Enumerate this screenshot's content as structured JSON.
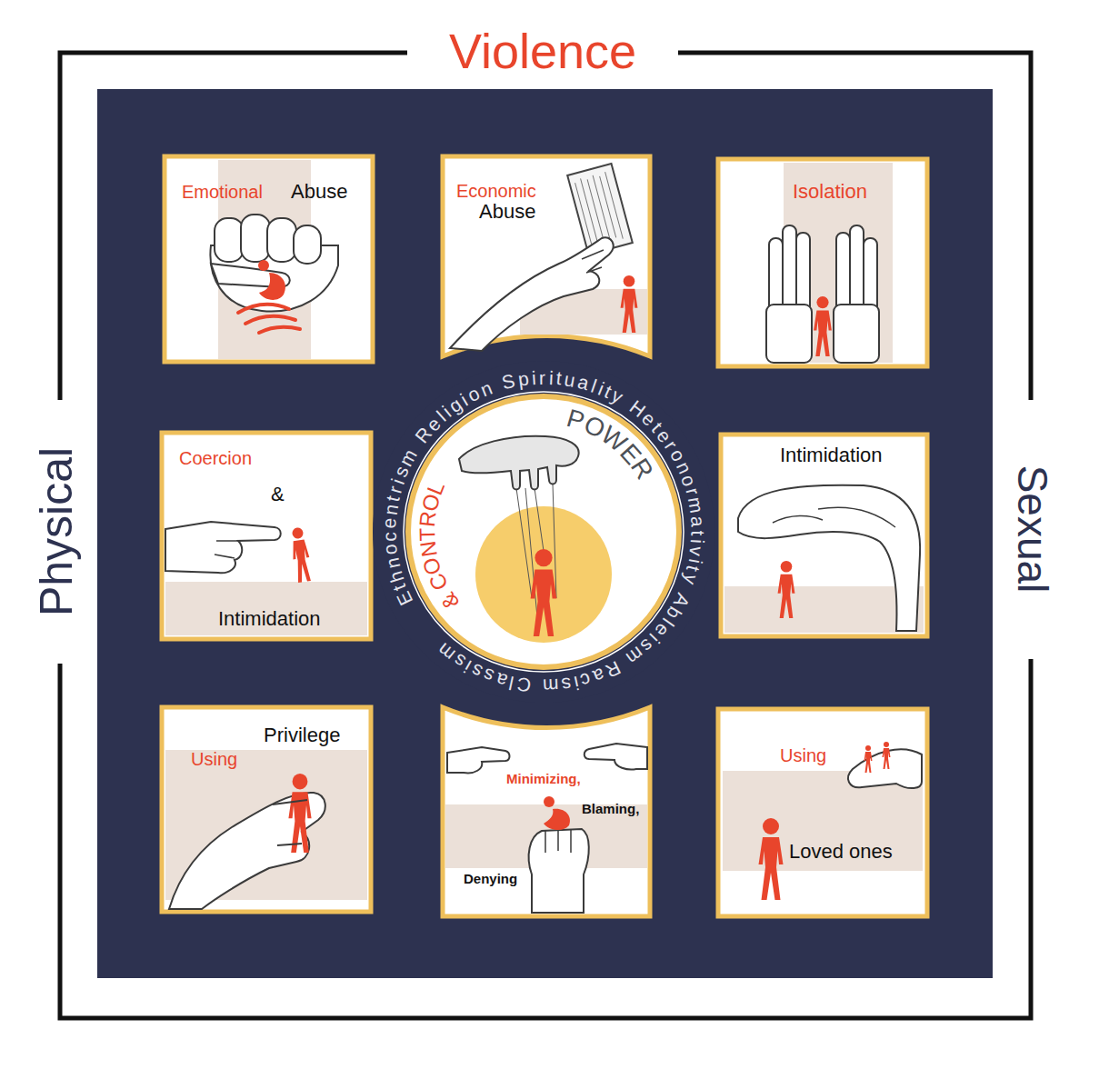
{
  "diagram": {
    "nodes": [
      {
        "text": [
          "Emotional",
          "Abuse"
        ]
      },
      {
        "text": [
          "Economic",
          "Abuse"
        ]
      },
      {
        "text": [
          "Isolation"
        ]
      },
      {
        "text": [
          "Coercion",
          "&",
          "Intimidation"
        ]
      },
      {
        "text": [
          "Ethnocentrism Religion Spirituality Heteronormativity Ableism Racism Classism"
        ]
      },
      {
        "text": [
          "POWER",
          "& CONTROL"
        ],
        "in": 4
      },
      {
        "text": [
          "Intimidation"
        ]
      },
      {
        "text": [
          "Using",
          "Privilege"
        ]
      },
      {
        "text": [
          "Minimizing,",
          "Blaming,",
          "Denying"
        ]
      },
      {
        "text": [
          "Using",
          "Loved ones"
        ]
      }
    ],
    "labels": [
      "Violence",
      "Physical",
      "Sexual"
    ]
  }
}
